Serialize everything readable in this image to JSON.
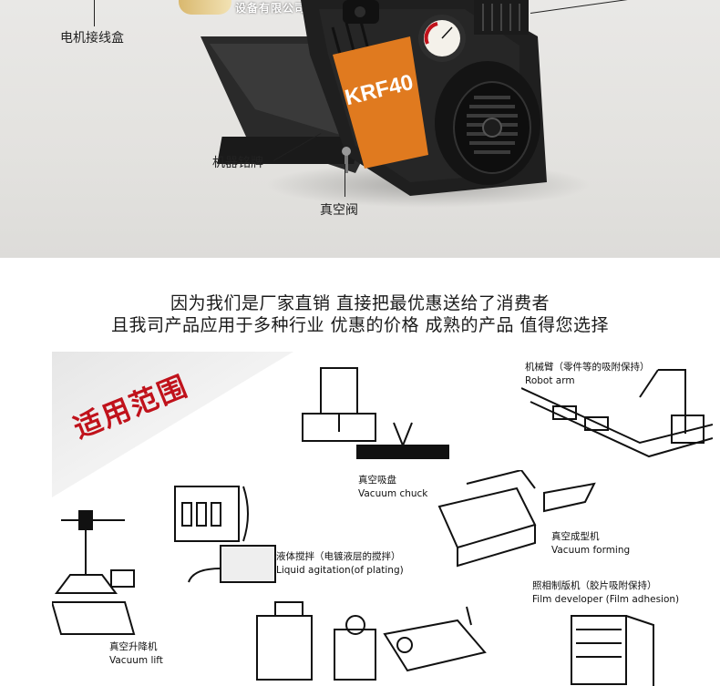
{
  "brand": {
    "company_text": "设备有限公司"
  },
  "callouts": {
    "junction_box": "电机接线盒",
    "nameplate": "机器铭牌",
    "vacuum_valve": "真空阀"
  },
  "product": {
    "model_badge": "KRF40"
  },
  "slogan": {
    "line1": "因为我们是厂家直销 直接把最优惠送给了消费者",
    "line2": "且我司产品应用于多种行业 优惠的价格 成熟的产品 值得您选择"
  },
  "applications": {
    "title": "适用范围",
    "items": [
      {
        "zh": "机械臂（零件等的吸附保持）",
        "en": "Robot arm"
      },
      {
        "zh": "真空吸盘",
        "en": "Vacuum chuck"
      },
      {
        "zh": "真空成型机",
        "en": "Vacuum forming"
      },
      {
        "zh": "液体搅拌（电镀液层的搅拌）",
        "en": "Liquid agitation(of plating)"
      },
      {
        "zh": "照相制版机（胶片吸附保持）",
        "en": "Film developer (Film adhesion)"
      },
      {
        "zh": "真空升降机",
        "en": "Vacuum lift"
      }
    ]
  },
  "colors": {
    "accent_red": "#c0121b",
    "pump_orange": "#e07a1f",
    "pump_body": "#1c1c1c"
  }
}
